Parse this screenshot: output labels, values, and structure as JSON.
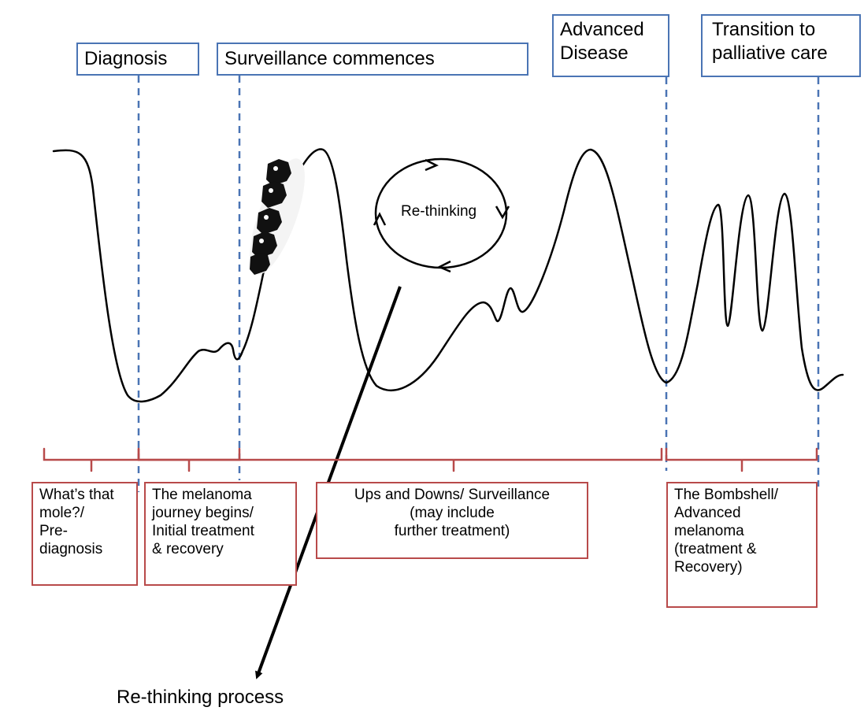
{
  "milestones": {
    "diagnosis": {
      "lines": [
        "Diagnosis"
      ]
    },
    "surveillance": {
      "lines": [
        "Surveillance commences"
      ]
    },
    "advanced": {
      "lines": [
        "Advanced",
        "Disease"
      ]
    },
    "palliative": {
      "lines": [
        "Transition to",
        "palliative care"
      ]
    }
  },
  "phases": {
    "prediagnosis": {
      "lines": [
        "What’s that",
        "mole?/",
        "Pre-",
        "diagnosis"
      ]
    },
    "journey": {
      "lines": [
        "The melanoma",
        "journey begins/",
        "Initial treatment",
        "& recovery"
      ]
    },
    "ups_downs": {
      "lines": [
        "Ups and Downs/ Surveillance",
        "(may include",
        "further treatment)"
      ]
    },
    "bombshell": {
      "lines": [
        "The Bombshell/",
        "Advanced",
        "melanoma",
        "(treatment &",
        "Recovery)"
      ]
    }
  },
  "cycle": {
    "label": "Re-thinking"
  },
  "caption": {
    "label": "Re-thinking process"
  },
  "icons": {
    "rollercoaster": "rollercoaster-cars-icon"
  },
  "colors": {
    "milestone_border": "#4a74b4",
    "phase_border": "#b84a4a",
    "line": "#000000"
  }
}
